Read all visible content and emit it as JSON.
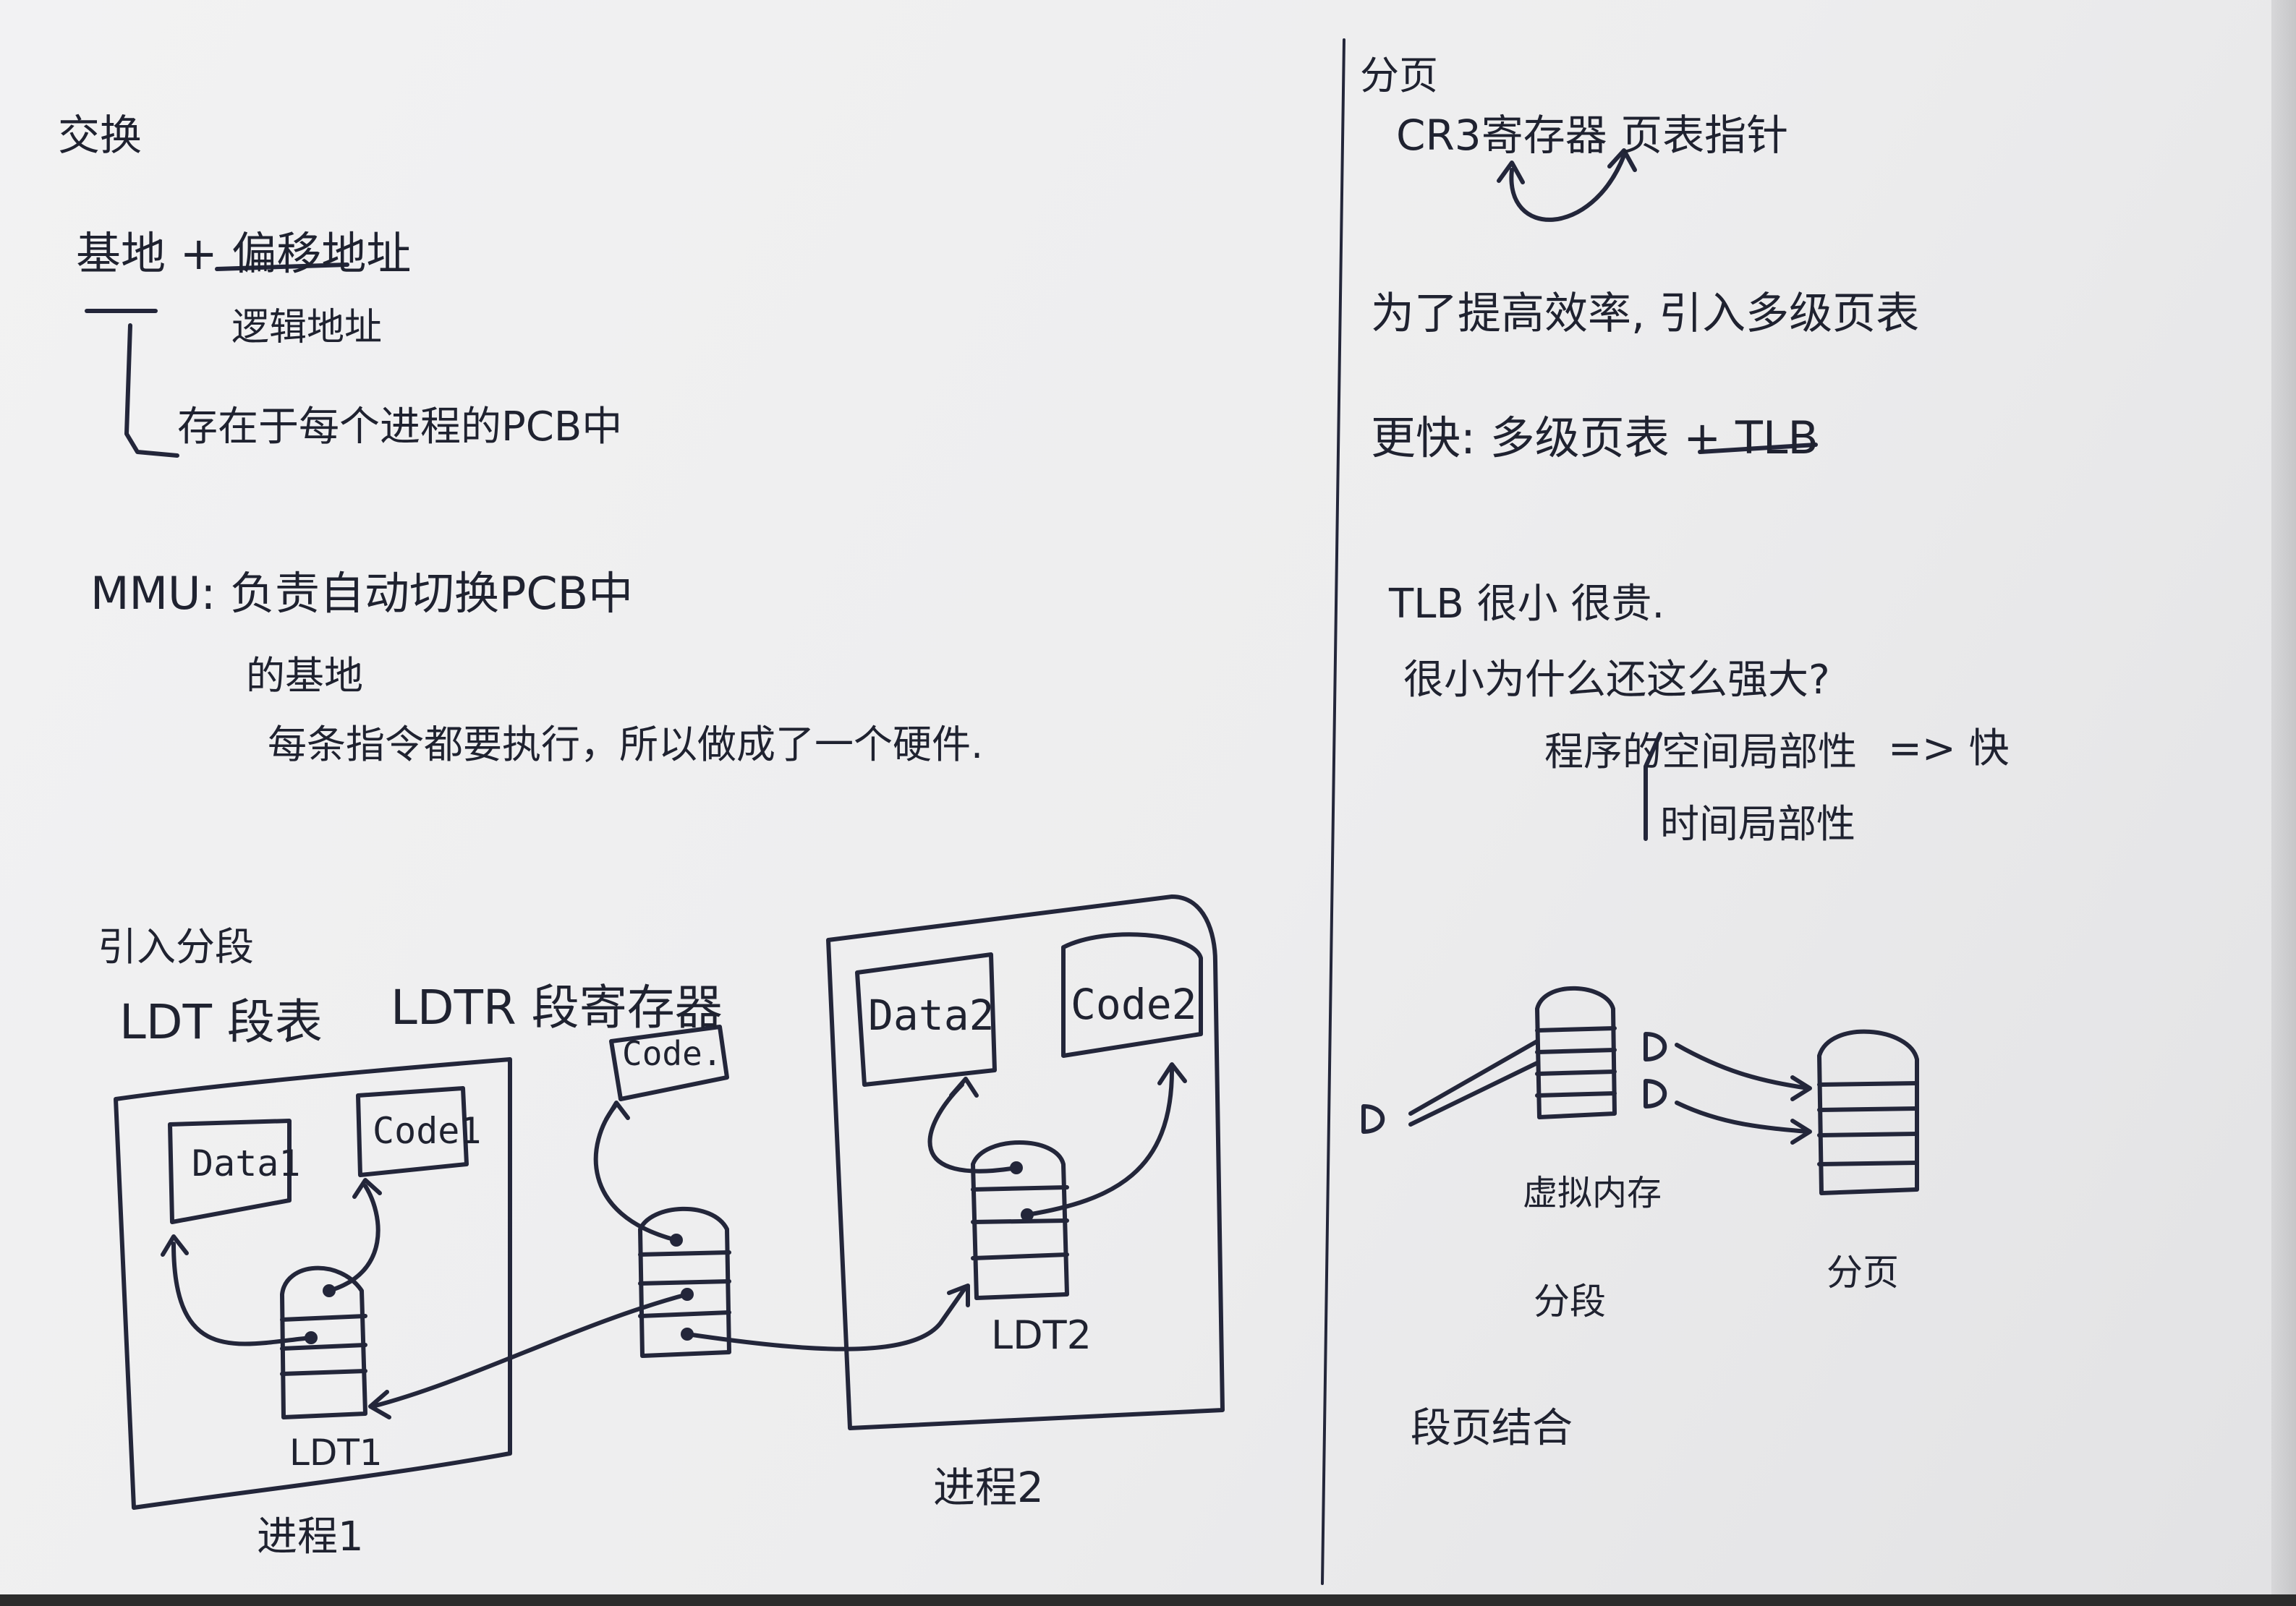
{
  "left": {
    "title": "交换",
    "base_offset": "基地 + 偏移地址",
    "logical_addr": "逻辑地址",
    "stored_in_pcb": "存在于每个进程的PCB中",
    "mmu_line1": "MMU: 负责自动切换PCB中",
    "mmu_line2": "的基地",
    "mmu_line3": "每条指令都要执行，所以做成了一个硬件.",
    "segment_title": "引入分段",
    "ldt_label": "LDT 段表",
    "ldtr_label": "LDTR 段寄存器"
  },
  "diagram": {
    "process1": {
      "label": "进程1",
      "data": "Data1",
      "code": "Code1",
      "ldt": "LDT1"
    },
    "process2": {
      "label": "进程2",
      "data": "Data2",
      "code": "Code2",
      "ldt": "LDT2"
    },
    "shared_code": "Code."
  },
  "right": {
    "title": "分页",
    "cr3": "CR3寄存器 页表指针",
    "multi_level": "为了提高效率, 引入多级页表",
    "faster": "更快: 多级页表 + TLB",
    "tlb_small": "TLB 很小 很贵.",
    "why_strong": "很小为什么还这么强大?",
    "spatial": "程序的空间局部性",
    "temporal": "时间局部性",
    "fast": "=> 快",
    "virtual_memory": "虚拟内存",
    "segmentation": "分段",
    "paging": "分页",
    "combined": "段页结合",
    "d_label": "D"
  }
}
